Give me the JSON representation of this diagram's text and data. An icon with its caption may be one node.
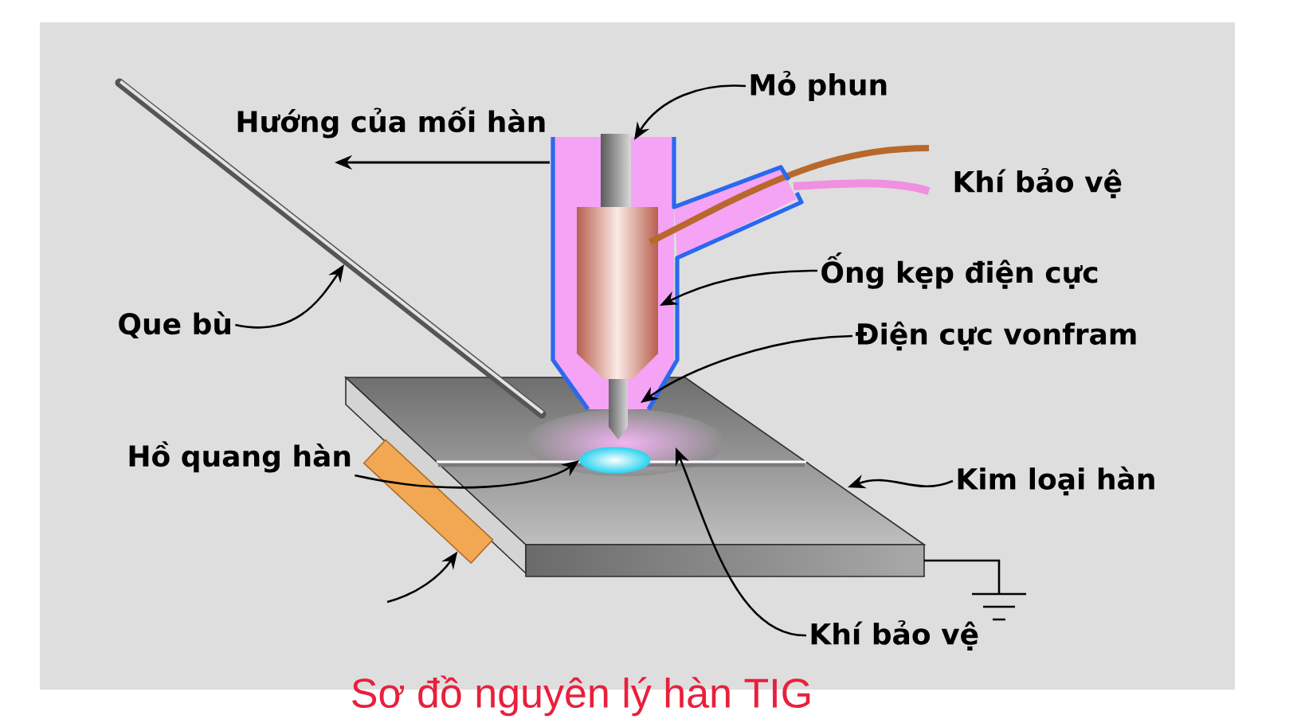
{
  "diagram": {
    "caption": "Sơ đồ nguyên lý hàn TIG",
    "nodes": [
      {
        "text": [
          "Mỏ phun"
        ]
      },
      {
        "text": [
          "Ống kẹp điện cực"
        ]
      },
      {
        "text": [
          "Que bù"
        ]
      },
      {
        "text": [
          "Điện cực vonfram"
        ]
      },
      {
        "text": [
          "Hồ quang hàn"
        ]
      },
      {
        "text": [],
        "shape": "ellipse"
      },
      {
        "text": [
          "Kim loại hàn"
        ]
      },
      {
        "text": [],
        "shape": "bar"
      },
      {
        "text": [
          "Khí bảo vệ"
        ]
      }
    ],
    "edges": [
      {
        "from": 0,
        "to": null,
        "arrow": "to"
      },
      {
        "from": 1,
        "to": null,
        "arrow": "to"
      },
      {
        "from": 2,
        "to": null,
        "arrow": "to"
      },
      {
        "from": 3,
        "to": null,
        "arrow": "to"
      },
      {
        "from": 4,
        "to": 5,
        "arrow": "to"
      },
      {
        "from": 6,
        "to": null,
        "arrow": "to"
      },
      {
        "from": null,
        "to": 7,
        "arrow": "to"
      },
      {
        "from": 8,
        "to": null,
        "arrow": "to"
      }
    ],
    "labels": [
      "Hướng của mối hàn",
      "Khí bảo vệ"
    ]
  }
}
